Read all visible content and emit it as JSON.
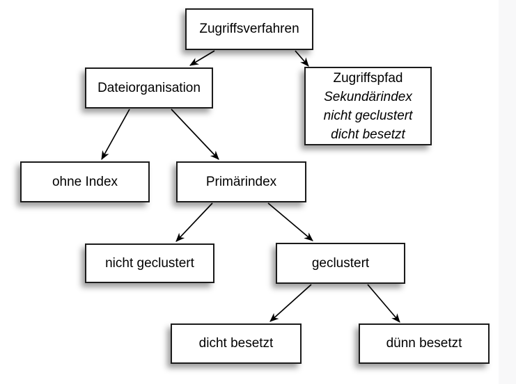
{
  "diagram": {
    "description": "Tree diagram of database access methods (German)",
    "nodes": {
      "root": {
        "label": "Zugriffsverfahren"
      },
      "dateiorganisation": {
        "label": "Dateiorganisation"
      },
      "zugriffspfad": {
        "lines": [
          "Zugriffspfad",
          "Sekundärindex",
          "nicht geclustert",
          "dicht besetzt"
        ]
      },
      "ohne_index": {
        "label": "ohne Index"
      },
      "primaerindex": {
        "label": "Primärindex"
      },
      "nicht_geclustert": {
        "label": "nicht geclustert"
      },
      "geclustert": {
        "label": "geclustert"
      },
      "dicht_besetzt": {
        "label": "dicht besetzt"
      },
      "duenn_besetzt": {
        "label": "dünn besetzt"
      }
    },
    "edges": [
      {
        "from": "Zugriffsverfahren",
        "to": "Dateiorganisation"
      },
      {
        "from": "Zugriffsverfahren",
        "to": "Zugriffspfad"
      },
      {
        "from": "Dateiorganisation",
        "to": "ohne Index"
      },
      {
        "from": "Dateiorganisation",
        "to": "Primärindex"
      },
      {
        "from": "Primärindex",
        "to": "nicht geclustert"
      },
      {
        "from": "Primärindex",
        "to": "geclustert"
      },
      {
        "from": "geclustert",
        "to": "dicht besetzt"
      },
      {
        "from": "geclustert",
        "to": "dünn besetzt"
      }
    ],
    "colors": {
      "box_background": "#ffffff",
      "box_border": "#1b1b1b",
      "text": "#000000",
      "arrow": "#000000",
      "page_background": "#ffffff",
      "right_strip": "#f8f8f9"
    }
  }
}
